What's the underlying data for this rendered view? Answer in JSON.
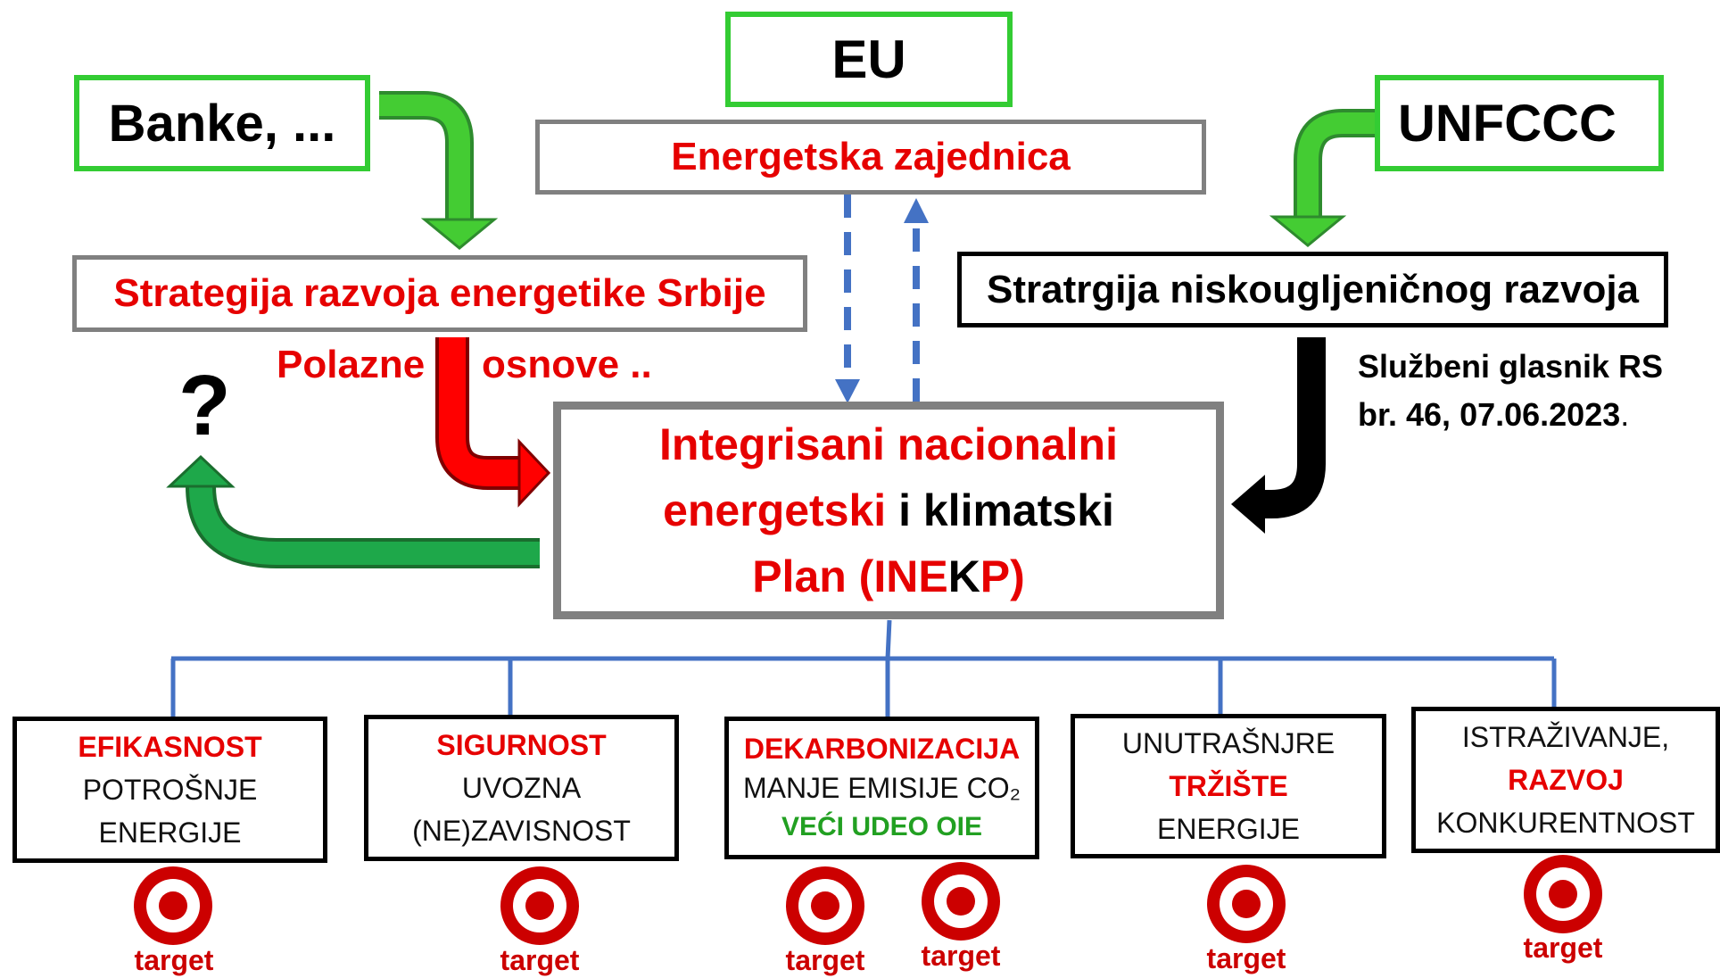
{
  "eu": "EU",
  "banke": "Banke, ...",
  "unfccc": "UNFCCC",
  "energetska_zajednica": "Energetska zajednica",
  "strategija_srbije": "Strategija razvoja energetike Srbije",
  "strategija_nisko": "Stratrgija niskougljeničnog razvoja",
  "polazne": "Polazne",
  "osnove": "osnove ..",
  "question": "?",
  "glasnik_line1": "Službeni glasnik RS",
  "glasnik_line2": "br. 46, 07.06.2023",
  "glasnik_dot": ".",
  "inekp": {
    "line1": "Integrisani nacionalni",
    "line2_red": "energetski",
    "line2_black": " i klimatski",
    "line3_a": "Plan (INE",
    "line3_k": "K",
    "line3_b": "P)"
  },
  "pillars": [
    {
      "red": "EFIKASNOST",
      "l2": "POTROŠNJE",
      "l3": "ENERGIJE"
    },
    {
      "red": "SIGURNOST",
      "l2": "UVOZNA",
      "l3": "(NE)ZAVISNOST"
    },
    {
      "red": "DEKARBONIZACIJA",
      "l2": "MANJE EMISIJE CO₂",
      "green": "VEĆI UDEO OIE"
    },
    {
      "l1": "UNUTRAŠNJRE",
      "red": "TRŽIŠTE",
      "l3": "ENERGIJE"
    },
    {
      "l1": "ISTRAŽIVANJE,",
      "red": "RAZVOJ",
      "l3": "KONKURENTNOST"
    }
  ],
  "target_label": "target",
  "colors": {
    "red": "#e60000",
    "green_border": "#33cc33",
    "gray_border": "#808080",
    "blue_line": "#4472c4"
  }
}
